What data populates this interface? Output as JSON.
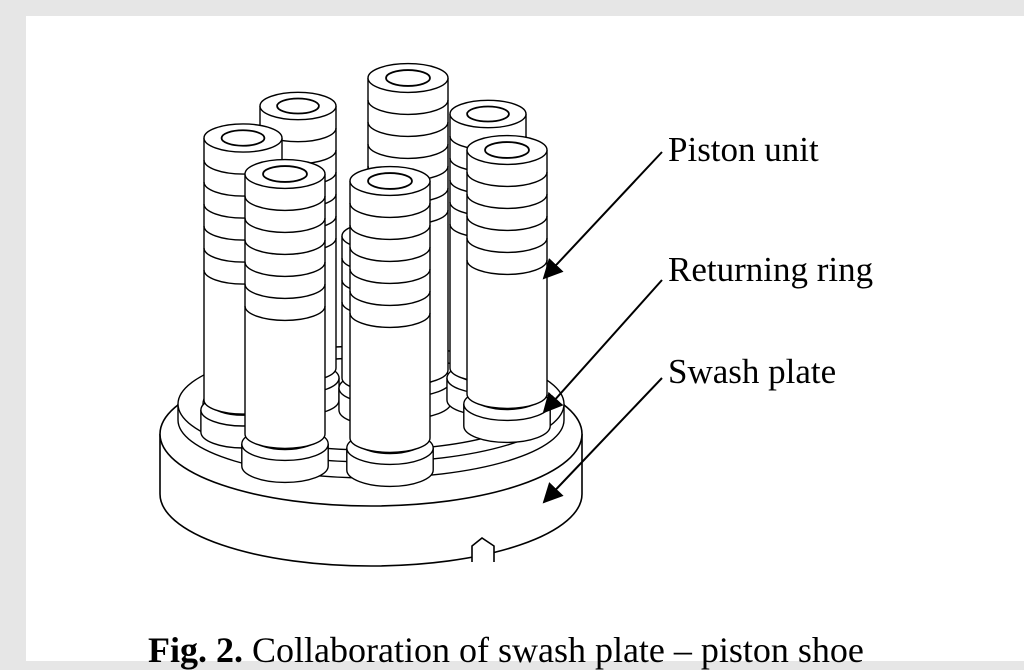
{
  "figure": {
    "labels": {
      "piston_unit": "Piston unit",
      "returning_ring": "Returning ring",
      "swash_plate": "Swash plate"
    },
    "caption": {
      "number": "Fig. 2.",
      "text": "Collaboration of swash plate – piston shoe"
    }
  },
  "colors": {
    "line": "#000000",
    "page": "#ffffff",
    "margin": "#e6e6e6"
  }
}
